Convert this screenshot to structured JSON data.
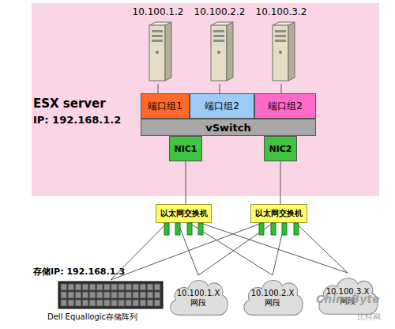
{
  "diagram": {
    "nodes": [
      {
        "text": [
          "ESX server",
          "IP: 192.168.1.2"
        ]
      },
      {
        "text": [
          "10.100.1.2"
        ],
        "in": 0
      },
      {
        "text": [
          "10.100.2.2"
        ],
        "in": 0
      },
      {
        "text": [
          "10.100.3.2"
        ],
        "in": 0
      },
      {
        "text": [
          "端口组1"
        ],
        "in": 0
      },
      {
        "text": [
          "端口组2"
        ],
        "in": 0
      },
      {
        "text": [
          "端口组2"
        ],
        "in": 0
      },
      {
        "text": [
          "vSwitch"
        ],
        "in": 0
      },
      {
        "text": [
          "NIC1"
        ],
        "in": 0
      },
      {
        "text": [
          "NIC2"
        ],
        "in": 0
      },
      {
        "text": [
          "以太网交换机"
        ]
      },
      {
        "text": [
          "以太网交换机"
        ]
      },
      {
        "text": [
          "存储IP: 192.168.1.3",
          "Dell Equallogic存储阵列"
        ]
      },
      {
        "text": [
          "10.100.1.X 网段"
        ]
      },
      {
        "text": [
          "10.100.2.X 网段"
        ]
      },
      {
        "text": [
          "10.100.3.X 网段"
        ]
      }
    ],
    "edges": [
      {
        "from": 1,
        "to": 4,
        "arrow": "none"
      },
      {
        "from": 2,
        "to": 5,
        "arrow": "none"
      },
      {
        "from": 3,
        "to": 6,
        "arrow": "none"
      },
      {
        "from": 8,
        "to": 10,
        "arrow": "none"
      },
      {
        "from": 9,
        "to": 11,
        "arrow": "none"
      },
      {
        "from": 10,
        "to": 12,
        "arrow": "none"
      },
      {
        "from": 10,
        "to": 13,
        "arrow": "none"
      },
      {
        "from": 10,
        "to": 14,
        "arrow": "none"
      },
      {
        "from": 10,
        "to": 15,
        "arrow": "none"
      },
      {
        "from": 11,
        "to": 12,
        "arrow": "none"
      },
      {
        "from": 11,
        "to": 13,
        "arrow": "none"
      },
      {
        "from": 11,
        "to": 14,
        "arrow": "none"
      },
      {
        "from": 11,
        "to": 15,
        "arrow": "none"
      }
    ],
    "labels": [
      "ChinaByte",
      "比特网"
    ]
  }
}
